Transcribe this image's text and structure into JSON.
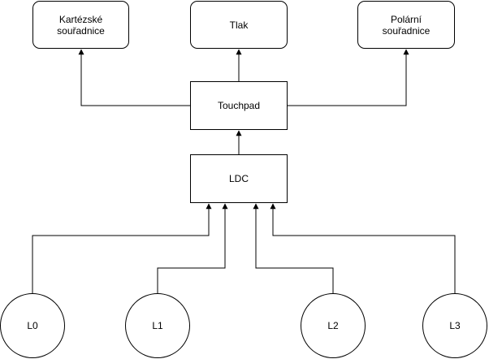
{
  "nodes": {
    "cartesian": "Kartézské\nsouřadnice",
    "pressure": "Tlak",
    "polar": "Polární\nsouřadnice",
    "touchpad": "Touchpad",
    "ldc": "LDC",
    "coil_0": "L0",
    "coil_1": "L1",
    "coil_2": "L2",
    "coil_3": "L3"
  },
  "colors": {
    "line": "#000000",
    "node_fill": "#ffffff",
    "node_border": "#000000",
    "text": "#000000"
  }
}
